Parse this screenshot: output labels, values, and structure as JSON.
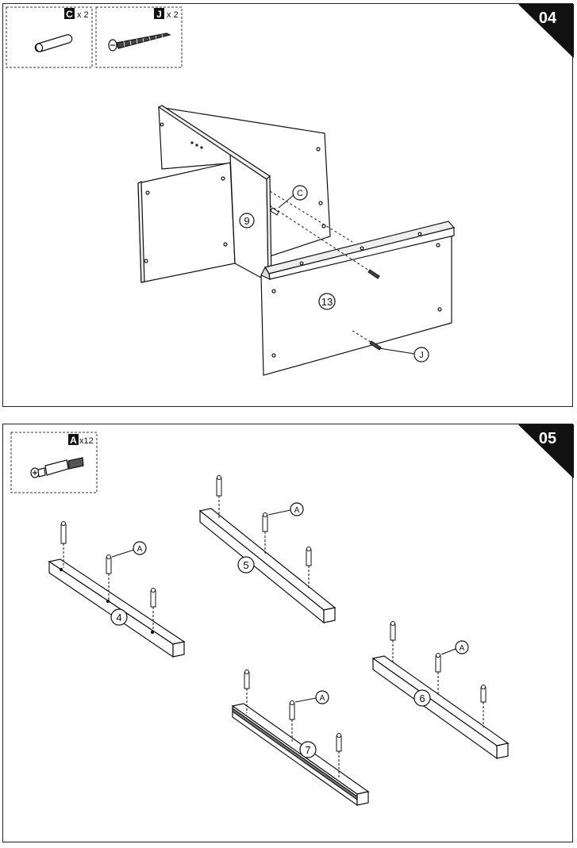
{
  "steps": [
    {
      "number": "04",
      "parts": [
        {
          "letter": "C",
          "quantity": "x 2",
          "icon": "dowel-icon"
        },
        {
          "letter": "J",
          "quantity": "x 2",
          "icon": "screw-icon"
        }
      ],
      "callouts": {
        "panel_a": "9",
        "panel_b": "13",
        "dowel": "C",
        "screw": "J"
      }
    },
    {
      "number": "05",
      "parts": [
        {
          "letter": "A",
          "quantity": "x12",
          "icon": "cam-bolt-icon"
        }
      ],
      "callouts": {
        "rail_1": "4",
        "rail_2": "5",
        "rail_3": "6",
        "rail_4": "7",
        "bolt": "A"
      }
    }
  ]
}
